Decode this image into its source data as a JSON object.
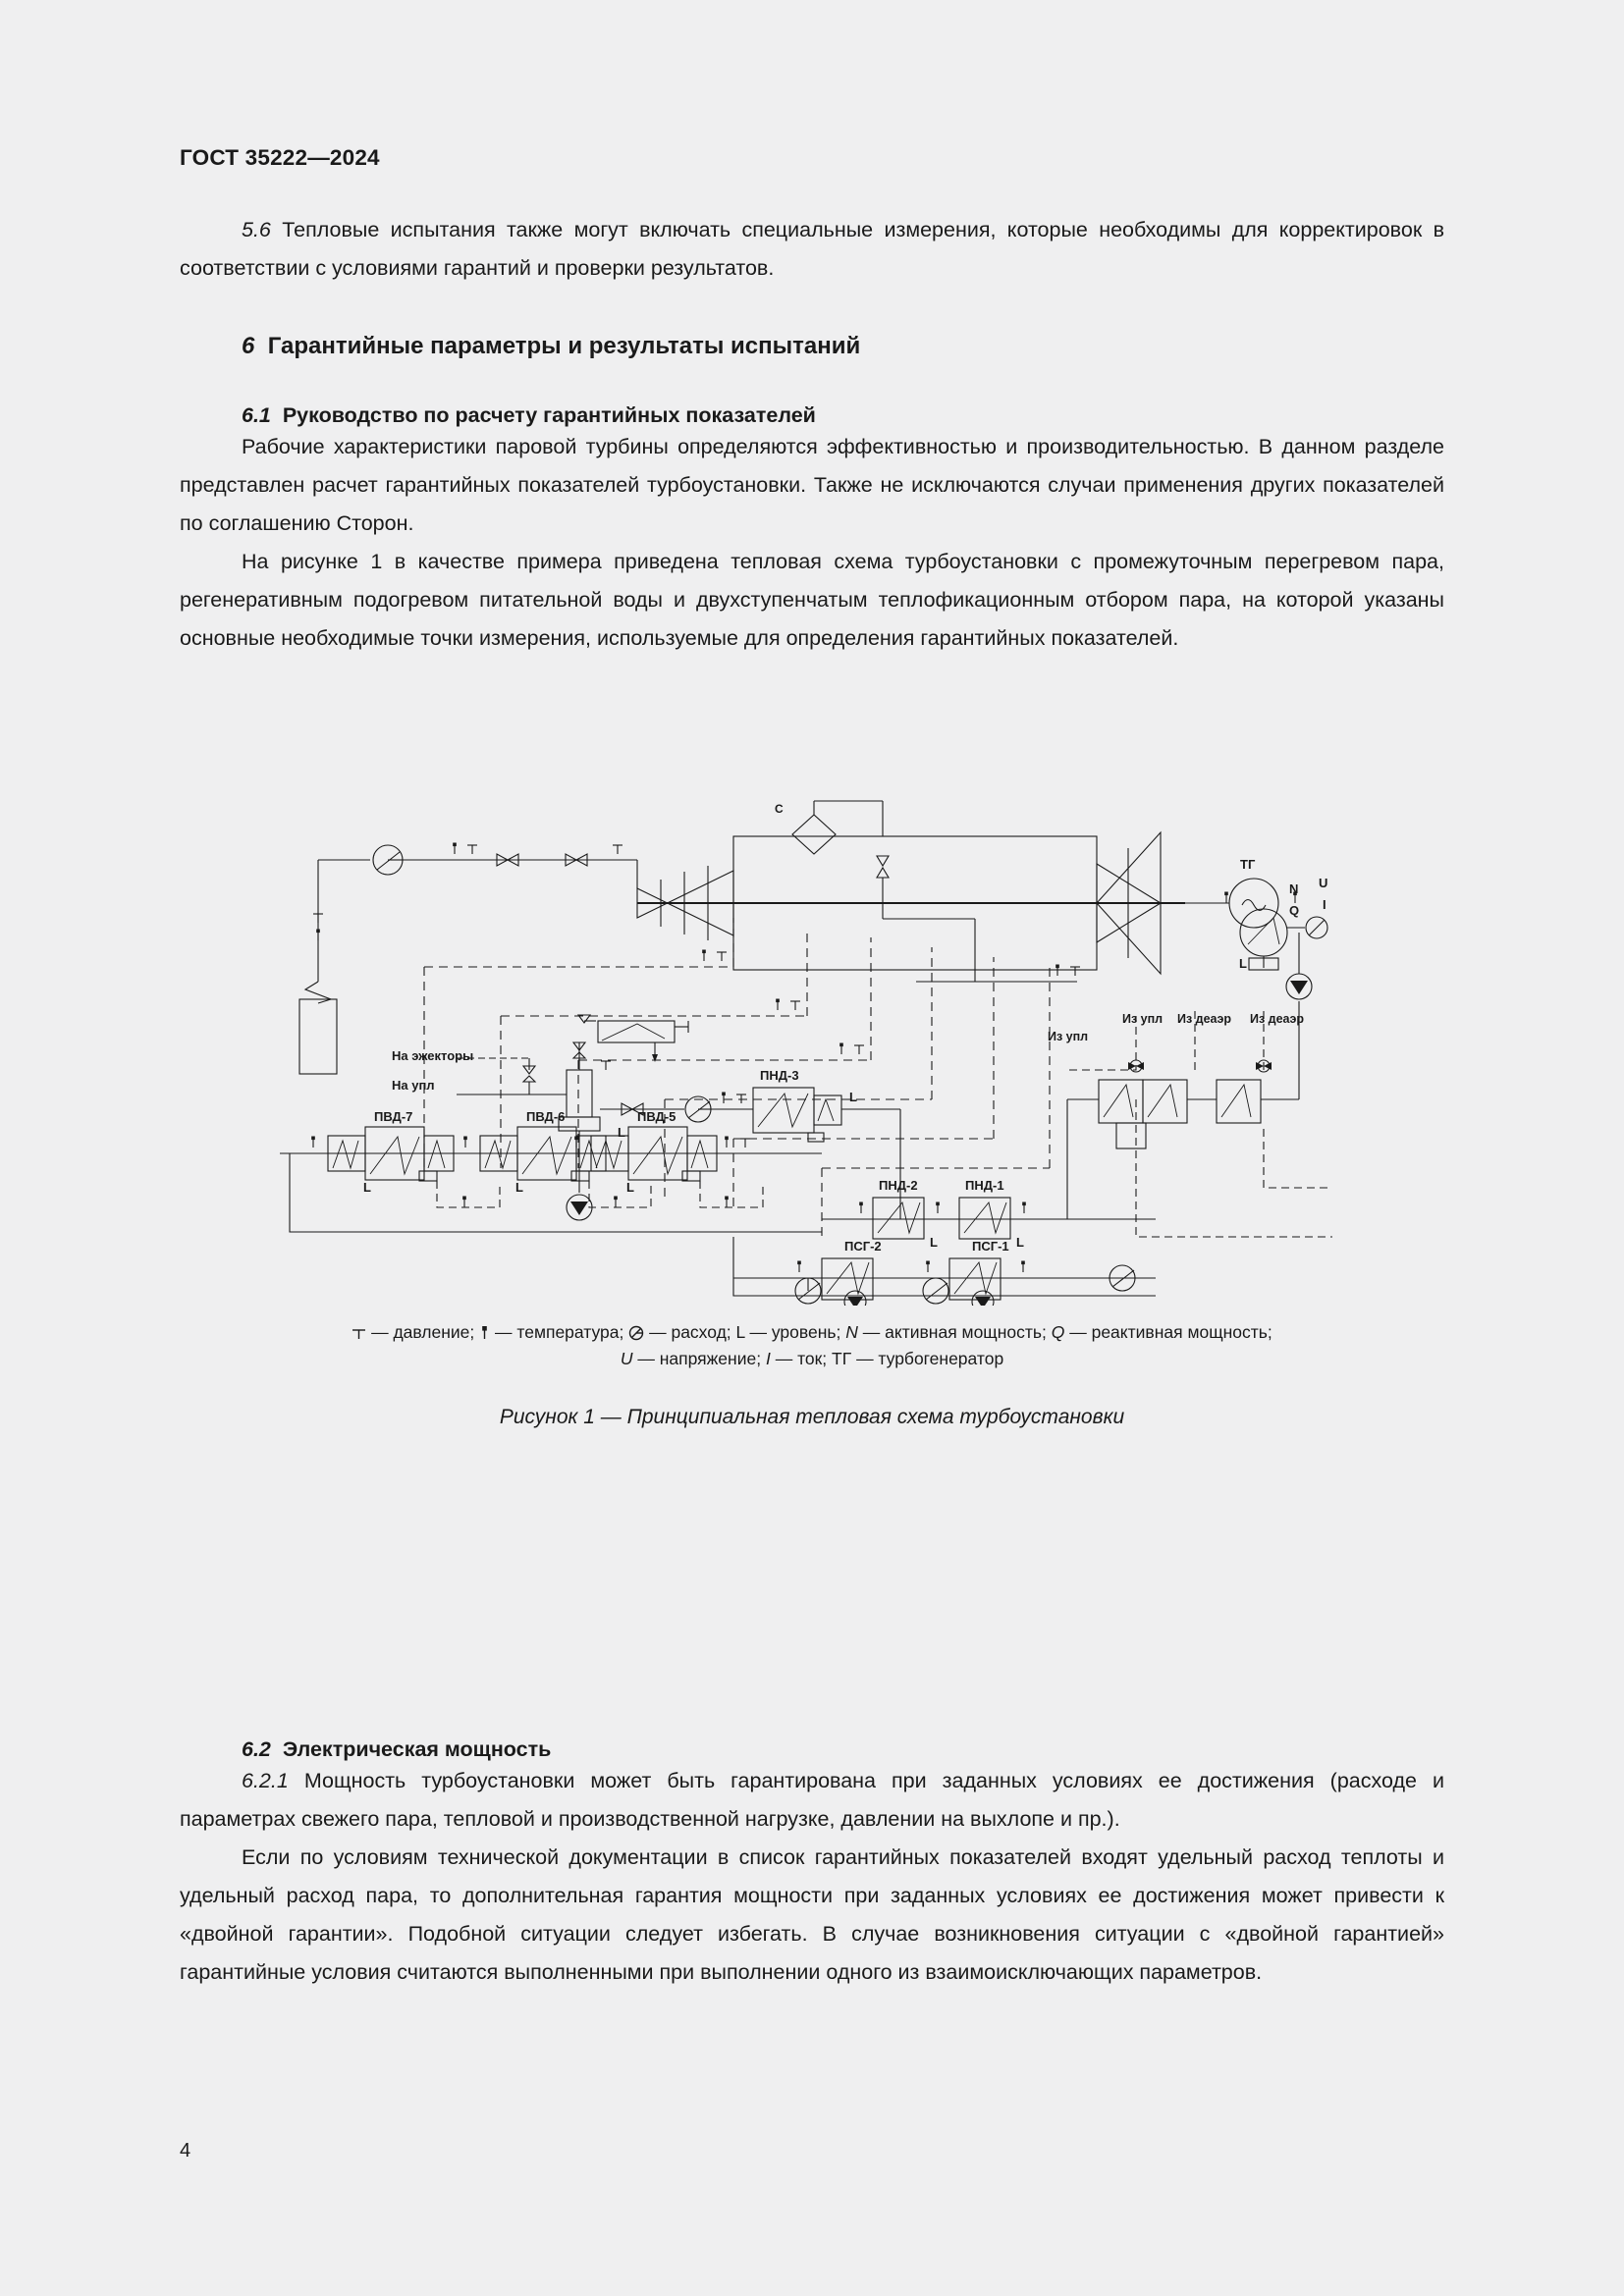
{
  "header": {
    "standard": "ГОСТ 35222—2024"
  },
  "body": {
    "p56": "5.6 Тепловые испытания также могут включать специальные измерения, которые необходимы для корректировок в соответствии с условиями гарантий и проверки результатов.",
    "p56_num": "5.6",
    "p56_text": " Тепловые испытания также могут включать специальные измерения, которые необходимы для корректировок в соответствии с условиями гарантий и проверки результатов.",
    "sec6_num": "6",
    "sec6_title": "Гарантийные параметры и результаты испытаний",
    "sec61_num": "6.1",
    "sec61_title": "Руководство по расчету гарантийных показателей",
    "p611": "Рабочие характеристики паровой турбины определяются эффективностью и производительностью. В данном разделе представлен расчет гарантийных показателей турбоустановки. Также не исключаются случаи применения других показателей по соглашению Сторон.",
    "p612": "На рисунке 1 в качестве примера приведена тепловая схема турбоустановки с промежуточным перегревом пара, регенеративным подогревом питательной воды и двухступенчатым теплофикационным отбором пара, на которой указаны основные необходимые точки измерения, используемые для определения гарантийных показателей.",
    "sec62_num": "6.2",
    "sec62_title": "Электрическая мощность",
    "p621_num": "6.2.1",
    "p621_text": " Мощность турбоустановки может быть гарантирована при заданных условиях ее достижения (расходе и параметрах свежего пара, тепловой и производственной нагрузке, давлении на выхлопе и пр.).",
    "p622": "Если по условиям технической документации в список гарантийных показателей входят удельный расход теплоты и удельный расход пара, то дополнительная гарантия мощности при заданных условиях ее достижения может привести к «двойной гарантии». Подобной ситуации следует избегать. В случае возникновения ситуации с «двойной гарантией» гарантийные условия считаются выполненными при выполнении одного из взаимоисключающих параметров.",
    "page_number": "4"
  },
  "figure": {
    "caption_num": "Рисунок 1",
    "caption_text": " — Принципиальная тепловая схема турбоустановки",
    "legend_line1": " — давление;  — температура;  — расход; L — уровень; N — активная мощность; Q — реактивная мощность;",
    "legend_line2": "U — напряжение; I — ток; ТГ — турбогенератор",
    "legend_items": [
      {
        "symbol": "pressure-icon",
        "text": "— давление;"
      },
      {
        "symbol": "temperature-icon",
        "text": "— температура;"
      },
      {
        "symbol": "flow-icon",
        "text": "— расход;"
      },
      {
        "symbol": "L",
        "text": "— уровень;"
      },
      {
        "symbol": "N",
        "text": "— активная мощность;"
      },
      {
        "symbol": "Q",
        "text": "— реактивная мощность;"
      },
      {
        "symbol": "U",
        "text": "— напряжение;"
      },
      {
        "symbol": "I",
        "text": "— ток;"
      },
      {
        "symbol": "ТГ",
        "text": "— турбогенератор"
      }
    ],
    "labels": {
      "condenser_top": "С",
      "generator": "ТГ",
      "gen_N": "N",
      "gen_Q": "Q",
      "gen_U": "U",
      "gen_I": "I",
      "hpheater7": "ПВД-7",
      "hpheater6": "ПВД-6",
      "hpheater5": "ПВД-5",
      "lpheater3": "ПНД-3",
      "lpheater2": "ПНД-2",
      "lpheater1": "ПНД-1",
      "psg2": "ПСГ-2",
      "psg1": "ПСГ-1",
      "to_ejectors": "На эжекторы",
      "to_seals": "На упл",
      "from_seals_1": "Из упл",
      "from_seals_2": "Из упл",
      "from_deaer_1": "Из деаэр",
      "from_deaer_2": "Из деаэр",
      "level_marks": [
        "L",
        "L",
        "L",
        "L",
        "L",
        "L",
        "L",
        "L"
      ]
    },
    "colors": {
      "line": "#1a1a1a",
      "paper": "#efeff0"
    }
  }
}
